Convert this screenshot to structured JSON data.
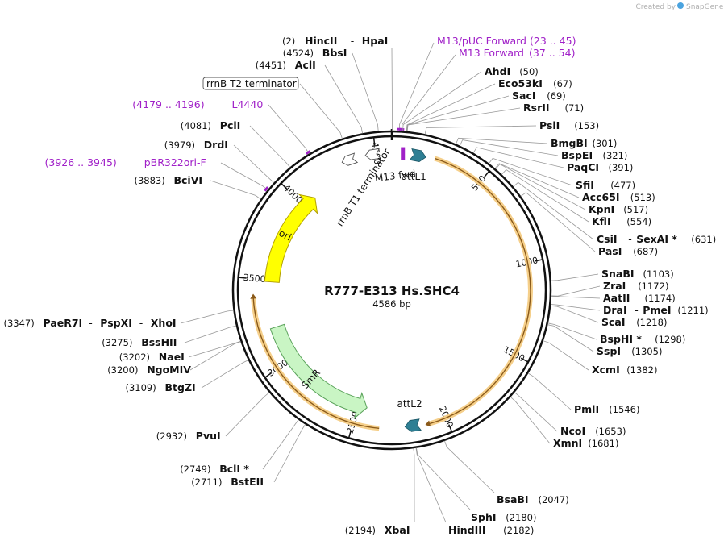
{
  "brand": {
    "created_by": "Created by",
    "product": "SnapGene",
    "brand_color": "#4aa3df"
  },
  "plasmid": {
    "name": "R777-E313 Hs.SHC4",
    "length_label": "4586 bp",
    "length": 4586
  },
  "ticks": [
    {
      "pos": 500,
      "label": "500"
    },
    {
      "pos": 1000,
      "label": "1000"
    },
    {
      "pos": 1500,
      "label": "1500"
    },
    {
      "pos": 2000,
      "label": "2000"
    },
    {
      "pos": 2500,
      "label": "2500"
    },
    {
      "pos": 3000,
      "label": "3000"
    },
    {
      "pos": 3500,
      "label": "3500"
    },
    {
      "pos": 4000,
      "label": "4000"
    },
    {
      "pos": 4500,
      "label": "4500"
    }
  ],
  "features": [
    {
      "name": "attL1",
      "label": "attL1",
      "start": 90,
      "end": 190,
      "kind": "att",
      "color": "#2e7f94"
    },
    {
      "name": "m13-fwd",
      "label": "M13 fwd",
      "start": 50,
      "end": 68,
      "kind": "primerbox",
      "color": "#a020c8"
    },
    {
      "name": "attL2",
      "label": "attL2",
      "start": 2130,
      "end": 2230,
      "kind": "att",
      "color": "#2e7f94"
    },
    {
      "name": "orange-orf-1",
      "label": "",
      "start": 230,
      "end": 2090,
      "kind": "orf",
      "color": "#e8a43a"
    },
    {
      "name": "orange-orf-2",
      "label": "",
      "start": 2360,
      "end": 3395,
      "kind": "orf",
      "color": "#e8a43a"
    },
    {
      "name": "smr",
      "label": "SmR",
      "start": 2445,
      "end": 3215,
      "kind": "arrow",
      "color": "#c9f5c4",
      "stroke": "#5aa25a",
      "reverse": true
    },
    {
      "name": "ori",
      "label": "ori",
      "start": 3490,
      "end": 4080,
      "kind": "arrow",
      "color": "#ffff00",
      "stroke": "#b3a000",
      "reverse": false
    },
    {
      "name": "rrnb-t1",
      "label": "rrnB T1 terminator",
      "start": 4460,
      "end": 4505,
      "kind": "terminator",
      "color": "#ffffff"
    },
    {
      "name": "rrnb-t2",
      "label": "rrnB T2 terminator",
      "start": 4345,
      "end": 4362,
      "kind": "terminator",
      "color": "#ffffff"
    }
  ],
  "labels": [
    {
      "name": "HincII",
      "label": "HincII",
      "pos": "(2)",
      "name2": "HpaI",
      "kind": "site",
      "side": "left",
      "row": 51,
      "site": 2
    },
    {
      "name": "BbsI",
      "label": "BbsI",
      "pos": "(4524)",
      "kind": "site",
      "side": "left",
      "row": 66,
      "site": 4524
    },
    {
      "name": "AclI",
      "label": "AclI",
      "pos": "(4451)",
      "kind": "site",
      "side": "left",
      "row": 81,
      "site": 4451
    },
    {
      "name": "rrnB-T2",
      "label": "rrnB T2 terminator",
      "kind": "boxed",
      "side": "left",
      "row": 104,
      "site": 4355
    },
    {
      "name": "L4440",
      "label": "L4440",
      "pos": "(4179 .. 4196)",
      "kind": "primer",
      "side": "left",
      "row": 130,
      "site": 4188
    },
    {
      "name": "PciI",
      "label": "PciI",
      "pos": "(4081)",
      "kind": "site",
      "side": "left",
      "row": 156,
      "site": 4081
    },
    {
      "name": "DrdI",
      "label": "DrdI",
      "pos": "(3979)",
      "kind": "site",
      "side": "left",
      "row": 180,
      "site": 3979
    },
    {
      "name": "pBR322ori-F",
      "label": "pBR322ori-F",
      "pos": "(3926 .. 3945)",
      "kind": "primer",
      "side": "left",
      "row": 202,
      "site": 3935
    },
    {
      "name": "BciVI",
      "label": "BciVI",
      "pos": "(3883)",
      "kind": "site",
      "side": "left",
      "row": 224,
      "site": 3883
    },
    {
      "name": "PaeR7I",
      "label": "PaeR7I",
      "pos": "(3347)",
      "name2": "PspXI",
      "name3": "XhoI",
      "kind": "site",
      "side": "left",
      "row": 401,
      "site": 3347
    },
    {
      "name": "BssHII",
      "label": "BssHII",
      "pos": "(3275)",
      "kind": "site",
      "side": "left",
      "row": 425,
      "site": 3275
    },
    {
      "name": "NaeI",
      "label": "NaeI",
      "pos": "(3202)",
      "kind": "site",
      "side": "left",
      "row": 443,
      "site": 3202
    },
    {
      "name": "NgoMIV",
      "label": "NgoMIV",
      "pos": "(3200)",
      "kind": "site",
      "side": "left",
      "row": 459,
      "site": 3200
    },
    {
      "name": "BtgZI",
      "label": "BtgZI",
      "pos": "(3109)",
      "kind": "site",
      "side": "left",
      "row": 481,
      "site": 3109
    },
    {
      "name": "PvuI",
      "label": "PvuI",
      "pos": "(2932)",
      "kind": "site",
      "side": "left",
      "row": 541,
      "site": 2932
    },
    {
      "name": "BclI",
      "label": "BclI *",
      "pos": "(2749)",
      "kind": "site",
      "side": "left",
      "row": 582,
      "site": 2749
    },
    {
      "name": "BstEII",
      "label": "BstEII",
      "pos": "(2711)",
      "kind": "site",
      "side": "left",
      "row": 598,
      "site": 2711
    },
    {
      "name": "XbaI",
      "label": "XbaI",
      "pos": "(2194)",
      "kind": "site",
      "side": "left",
      "row": 658,
      "site": 2194
    },
    {
      "name": "M13-pUC-Forward",
      "label": "M13/pUC Forward",
      "pos": "(23 .. 45)",
      "kind": "primer",
      "side": "right",
      "row": 51,
      "site": 34
    },
    {
      "name": "M13-Forward",
      "label": "M13 Forward",
      "pos": "(37 .. 54)",
      "kind": "primer",
      "side": "right",
      "row": 66,
      "site": 45
    },
    {
      "name": "AhdI",
      "label": "AhdI",
      "pos": "(50)",
      "kind": "site",
      "side": "right",
      "row": 89,
      "site": 50
    },
    {
      "name": "Eco53kI",
      "label": "Eco53kI",
      "pos": "(67)",
      "kind": "site",
      "side": "right",
      "row": 104,
      "site": 67
    },
    {
      "name": "SacI",
      "label": "SacI",
      "pos": "(69)",
      "kind": "site",
      "side": "right",
      "row": 119,
      "site": 69
    },
    {
      "name": "RsrII",
      "label": "RsrII",
      "pos": "(71)",
      "kind": "site",
      "side": "right",
      "row": 134,
      "site": 71
    },
    {
      "name": "PsiI",
      "label": "PsiI",
      "pos": "(153)",
      "kind": "site",
      "side": "right",
      "row": 156,
      "site": 153
    },
    {
      "name": "BmgBI",
      "label": "BmgBI",
      "pos": "(301)",
      "kind": "site",
      "side": "right",
      "row": 178,
      "site": 301
    },
    {
      "name": "BspEI",
      "label": "BspEI",
      "pos": "(321)",
      "kind": "site",
      "side": "right",
      "row": 193,
      "site": 321
    },
    {
      "name": "PaqCI",
      "label": "PaqCI",
      "pos": "(391)",
      "kind": "site",
      "side": "right",
      "row": 208,
      "site": 391
    },
    {
      "name": "SfiI",
      "label": "SfiI",
      "pos": "(477)",
      "kind": "site",
      "side": "right",
      "row": 230,
      "site": 477
    },
    {
      "name": "Acc65I",
      "label": "Acc65I",
      "pos": "(513)",
      "kind": "site",
      "side": "right",
      "row": 245,
      "site": 513
    },
    {
      "name": "KpnI",
      "label": "KpnI",
      "pos": "(517)",
      "kind": "site",
      "side": "right",
      "row": 260,
      "site": 517
    },
    {
      "name": "KflI",
      "label": "KflI",
      "pos": "(554)",
      "kind": "site",
      "side": "right",
      "row": 275,
      "site": 554
    },
    {
      "name": "CsiI",
      "label": "CsiI",
      "pos": "(631)",
      "name2": "SexAI *",
      "kind": "site",
      "side": "right",
      "row": 297,
      "site": 631
    },
    {
      "name": "PasI",
      "label": "PasI",
      "pos": "(687)",
      "kind": "site",
      "side": "right",
      "row": 312,
      "site": 687
    },
    {
      "name": "SnaBI",
      "label": "SnaBI",
      "pos": "(1103)",
      "kind": "site",
      "side": "right",
      "row": 340,
      "site": 1103
    },
    {
      "name": "ZraI",
      "label": "ZraI",
      "pos": "(1172)",
      "kind": "site",
      "side": "right",
      "row": 355,
      "site": 1172
    },
    {
      "name": "AatII",
      "label": "AatII",
      "pos": "(1174)",
      "kind": "site",
      "side": "right",
      "row": 370,
      "site": 1174
    },
    {
      "name": "DraI",
      "label": "DraI",
      "pos": "(1211)",
      "name2": "PmeI",
      "kind": "site",
      "side": "right",
      "row": 385,
      "site": 1211
    },
    {
      "name": "ScaI",
      "label": "ScaI",
      "pos": "(1218)",
      "kind": "site",
      "side": "right",
      "row": 400,
      "site": 1218
    },
    {
      "name": "BspHI",
      "label": "BspHI *",
      "pos": "(1298)",
      "kind": "site",
      "side": "right",
      "row": 421,
      "site": 1298
    },
    {
      "name": "SspI",
      "label": "SspI",
      "pos": "(1305)",
      "kind": "site",
      "side": "right",
      "row": 436,
      "site": 1305
    },
    {
      "name": "XcmI",
      "label": "XcmI",
      "pos": "(1382)",
      "kind": "site",
      "side": "right",
      "row": 459,
      "site": 1382
    },
    {
      "name": "PmlI",
      "label": "PmlI",
      "pos": "(1546)",
      "kind": "site",
      "side": "right",
      "row": 508,
      "site": 1546
    },
    {
      "name": "NcoI",
      "label": "NcoI",
      "pos": "(1653)",
      "kind": "site",
      "side": "right",
      "row": 535,
      "site": 1653
    },
    {
      "name": "XmnI",
      "label": "XmnI",
      "pos": "(1681)",
      "kind": "site",
      "side": "right",
      "row": 550,
      "site": 1681
    },
    {
      "name": "BsaBI",
      "label": "BsaBI",
      "pos": "(2047)",
      "kind": "site",
      "side": "right",
      "row": 620,
      "site": 2047
    },
    {
      "name": "SphI",
      "label": "SphI",
      "pos": "(2180)",
      "kind": "site",
      "side": "right",
      "row": 642,
      "site": 2180
    },
    {
      "name": "HindIII",
      "label": "HindIII",
      "pos": "(2182)",
      "kind": "site",
      "side": "right",
      "row": 658,
      "site": 2182
    }
  ]
}
